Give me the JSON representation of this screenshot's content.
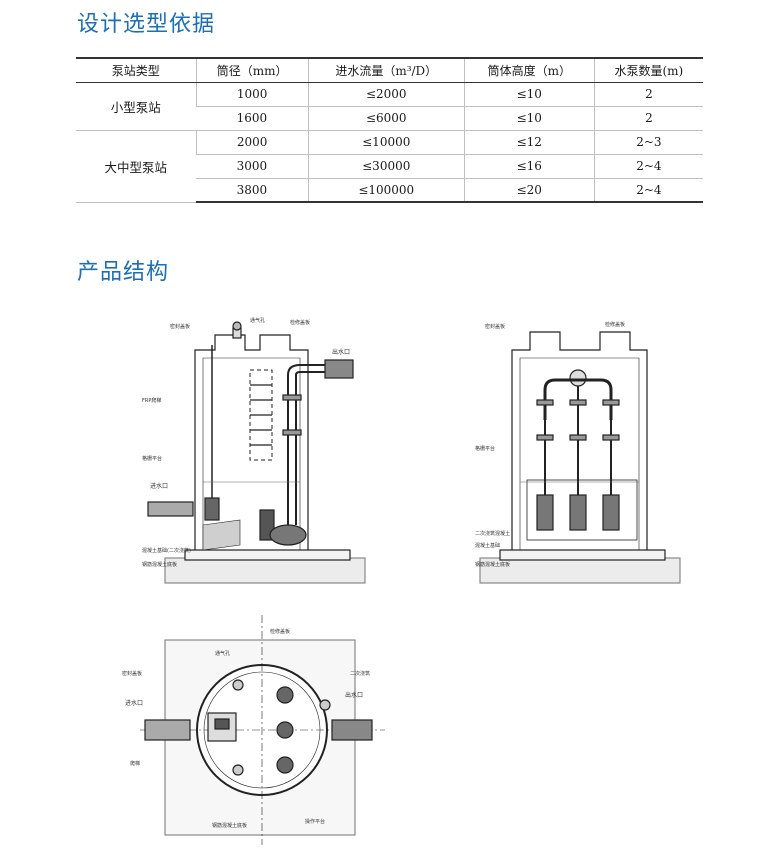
{
  "sections": {
    "design_basis": "设计选型依据",
    "structure": "产品结构"
  },
  "table": {
    "headers": [
      "泵站类型",
      "筒径（mm）",
      "进水流量（m³/D）",
      "筒体高度（m）",
      "水泵数量(m)"
    ],
    "groups": [
      {
        "type": "小型泵站",
        "rows": [
          [
            "1000",
            "≤2000",
            "≤10",
            "2"
          ],
          [
            "1600",
            "≤6000",
            "≤10",
            "2"
          ]
        ]
      },
      {
        "type": "大中型泵站",
        "rows": [
          [
            "2000",
            "≤10000",
            "≤12",
            "2~3"
          ],
          [
            "3000",
            "≤30000",
            "≤16",
            "2~4"
          ],
          [
            "3800",
            "≤100000",
            "≤20",
            "2~4"
          ]
        ]
      }
    ]
  },
  "diagrams": {
    "elevation_left": {
      "inlet": "进水口",
      "outlet": "出水口",
      "labels": [
        "密封盖板",
        "通气孔",
        "检修盖板",
        "FRP爬梯",
        "格栅平台",
        "混凝土基础(二次浇筑)",
        "钢筋混凝土底板"
      ]
    },
    "elevation_right": {
      "labels": [
        "密封盖板",
        "检修盖板",
        "格栅平台",
        "二次浇筑混凝土",
        "混凝土基础",
        "钢筋混凝土底板"
      ]
    },
    "plan": {
      "inlet": "进水口",
      "outlet": "出水口",
      "labels": [
        "通气孔",
        "检修盖板",
        "密封盖板",
        "爬梯",
        "操作平台",
        "二次浇筑",
        "钢筋混凝土底板"
      ]
    }
  }
}
